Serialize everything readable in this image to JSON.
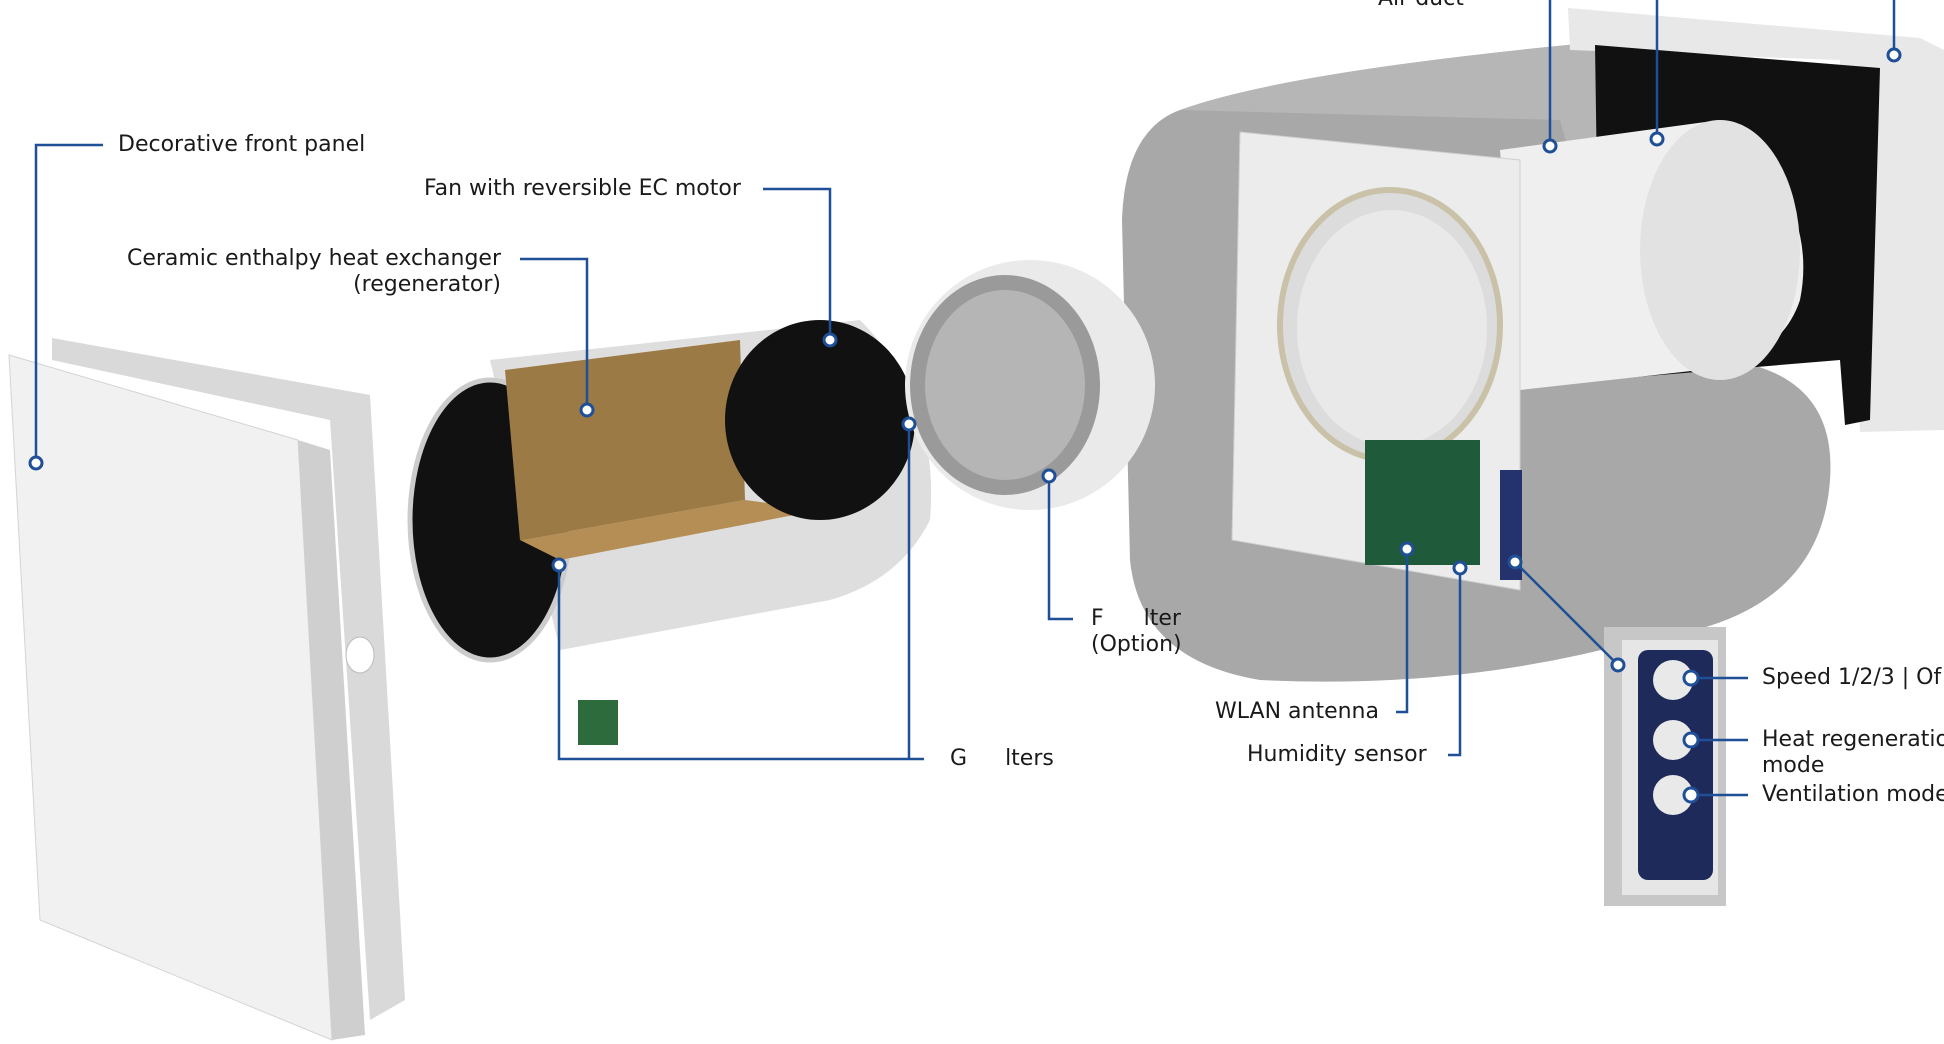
{
  "colors": {
    "callout": "#1f4f96",
    "text": "#1a1a1a",
    "wall": "#a9a9a9",
    "panel": "#f1f1f1",
    "panel_dark": "#1e2a5a"
  },
  "labels": {
    "air_duct": "Air duct",
    "front_panel": "Decorative front panel",
    "fan": "Fan with reversible EC motor",
    "exchanger_line1": "Ceramic enthalpy heat exchanger",
    "exchanger_line2": "(regenerator)",
    "g_filters_a": "G",
    "g_filters_b": "lters",
    "f_filter_a": "F",
    "f_filter_b": "lter",
    "f_filter_line2": "(Option)",
    "wlan": "WLAN antenna",
    "humidity": "Humidity sensor",
    "speed": "Speed 1/2/3 | Of",
    "heat_regen_line1": "Heat regeneration",
    "heat_regen_line2": "mode",
    "ventilation": "Ventilation mode"
  }
}
